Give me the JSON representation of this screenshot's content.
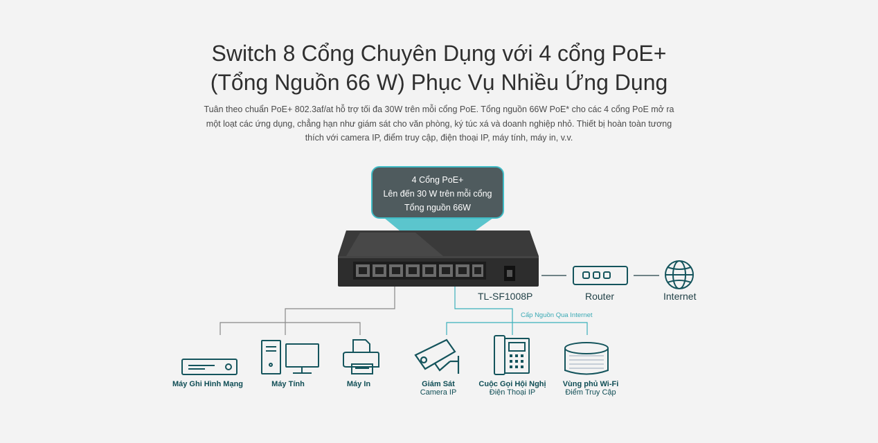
{
  "title": {
    "line1": "Switch 8 Cổng Chuyên Dụng với 4 cổng PoE+",
    "line2": "(Tổng Nguồn 66 W) Phục Vụ Nhiều Ứng Dụng"
  },
  "description": {
    "line1": "Tuân theo chuẩn PoE+ 802.3af/at hỗ trợ tối đa 30W trên mỗi cổng PoE. Tổng nguồn 66W PoE* cho các 4 cổng PoE mở ra",
    "line2": "một loạt các ứng dụng, chẳng hạn như giám sát cho văn phòng, ký túc xá và doanh nghiệp nhỏ. Thiết bị hoàn toàn tương",
    "line3": "thích với camera IP, điểm truy cập, điện thoại IP, máy tính, máy in, v.v."
  },
  "callout": {
    "line1": "4 Cổng PoE+",
    "line2": "Lên đến 30 W trên mỗi cổng",
    "line3": "Tổng nguồn 66W"
  },
  "network": {
    "switch_label": "TL-SF1008P",
    "router_label": "Router",
    "internet_label": "Internet",
    "poe_note": "Cấp Nguồn Qua Internet"
  },
  "devices": [
    {
      "title": "Máy Ghi Hình Mạng",
      "icon": "nvr-icon"
    },
    {
      "title": "Máy Tính",
      "icon": "computer-icon"
    },
    {
      "title": "Máy In",
      "icon": "printer-icon"
    },
    {
      "title": "Giám Sát",
      "subtitle": "Camera IP",
      "icon": "camera-icon"
    },
    {
      "title": "Cuộc Gọi Hội Nghị",
      "subtitle": "Điện Thoại IP",
      "icon": "phone-icon"
    },
    {
      "title": "Vùng phủ Wi-Fi",
      "subtitle": "Điểm Truy Cập",
      "icon": "access-point-icon"
    }
  ],
  "colors": {
    "teal": "#40bcc6",
    "dark_teal": "#0f4d55",
    "bubble_bg": "#4f5b5e",
    "background": "#f3f3f3"
  }
}
